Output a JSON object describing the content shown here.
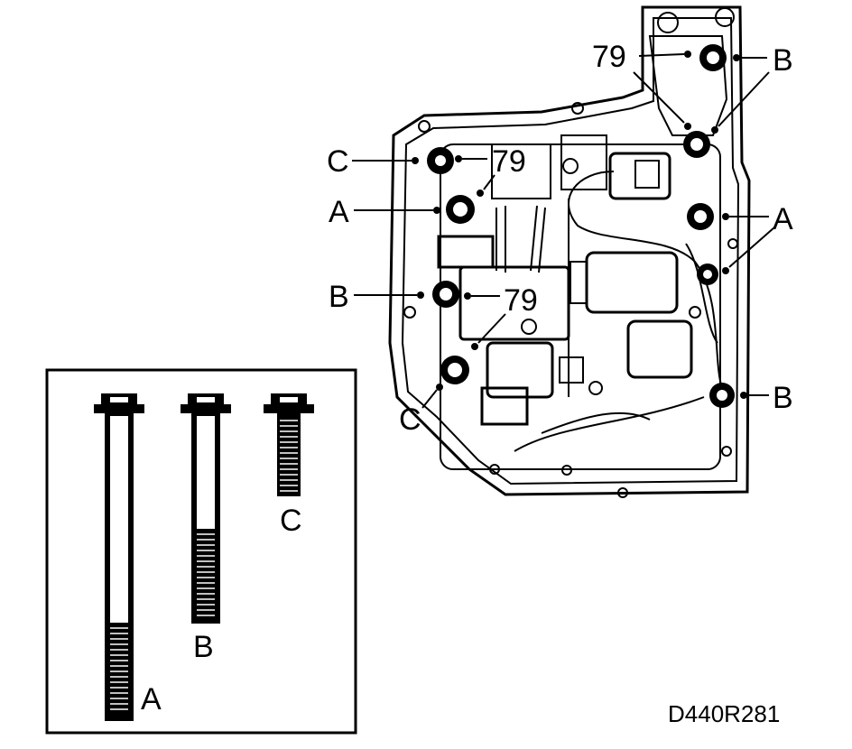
{
  "callouts": {
    "part_number": "79",
    "bolt_a": "A",
    "bolt_b": "B",
    "bolt_c": "C"
  },
  "bolt_legend": {
    "a_label": "A",
    "b_label": "B",
    "c_label": "C"
  },
  "figure_code": "D440R281"
}
